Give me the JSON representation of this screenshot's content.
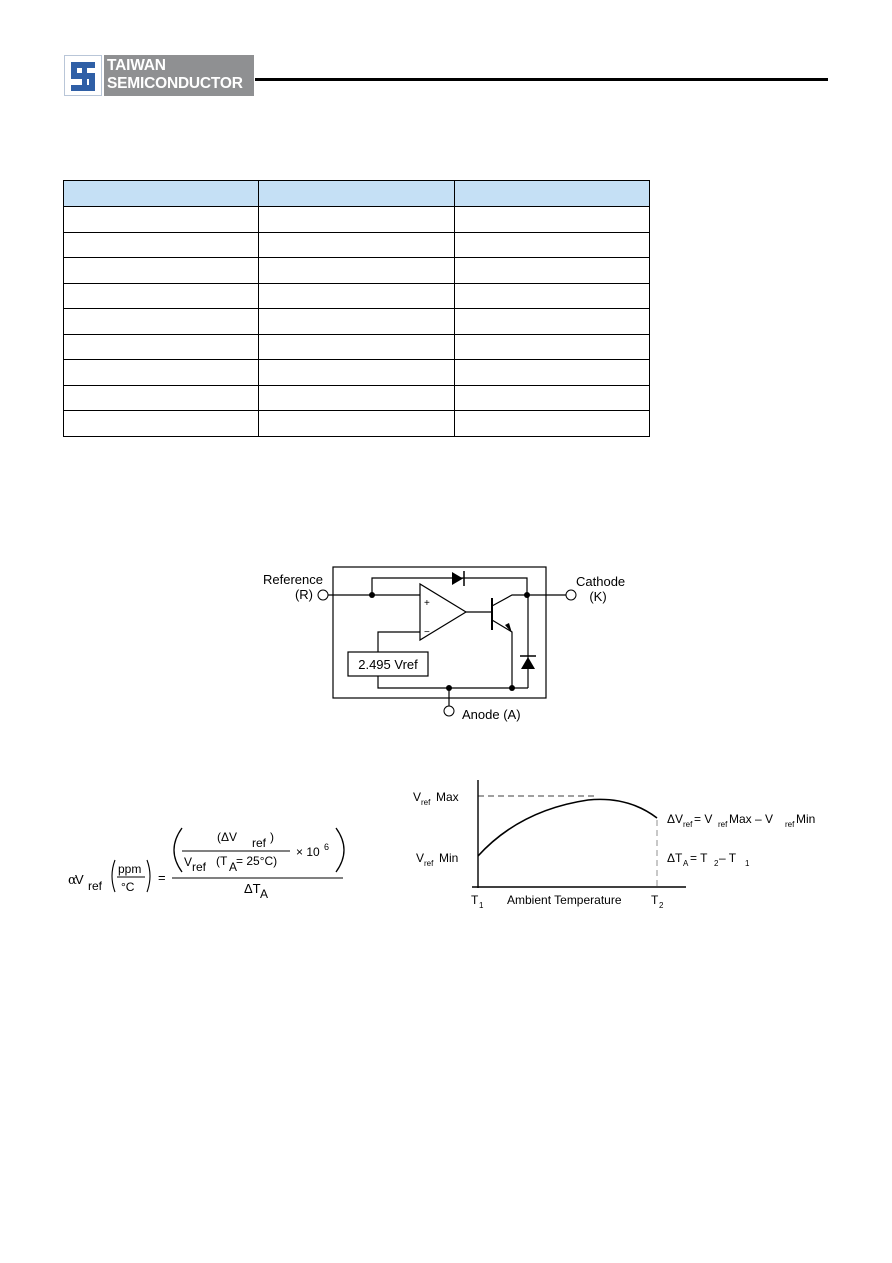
{
  "company": {
    "line1": "TAIWAN",
    "line2": "SEMICONDUCTOR",
    "colors": {
      "logo_blue": "#2f5fa6",
      "logo_gray": "#8f9092",
      "table_header": "#c5e0f5"
    }
  },
  "table": {
    "columns": 3,
    "rows": 9
  },
  "block_diagram": {
    "reference_label": "Reference",
    "reference_pin": "(R)",
    "cathode_label": "Cathode",
    "cathode_pin": "(K)",
    "anode_label": "Anode (A)",
    "vref_box": "2.495 Vref",
    "plus": "+",
    "minus": "−"
  },
  "formula": {
    "alpha": "α",
    "v": "V",
    "ref": "ref",
    "ppm": "ppm",
    "degc": "°C",
    "equals": "=",
    "delta_vref_num": "(ΔV",
    "ref_close": ")",
    "vref_den": "V",
    "ta_cond_pre": "(T",
    "ta_sub": "A",
    "ta_cond_post": " = 25°C)",
    "times_ten": "× 10",
    "six": "6",
    "delta_t": "ΔT",
    "delta_t_sub": "A"
  },
  "temp_chart": {
    "vref_max_label": "Max",
    "vref_min_label": "Min",
    "v": "V",
    "ref": "ref",
    "t": "T",
    "t1_sub": "1",
    "t2_sub": "2",
    "xlabel": "Ambient Temperature",
    "eq1_prefix": "ΔV",
    "eq1_mid": " = V",
    "eq1_max": " Max – V",
    "eq1_min": " Min",
    "eq2_prefix": "ΔT",
    "eq2_sub": "A",
    "eq2_mid": " = T",
    "eq2_two": "2",
    "eq2_minus": " – T",
    "eq2_one": "1"
  }
}
